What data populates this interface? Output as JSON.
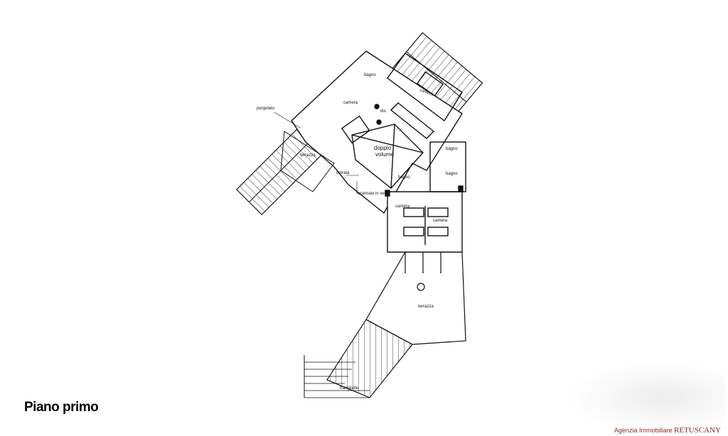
{
  "title": "Piano primo",
  "brand": {
    "prefix": "Agenzia Immobiliare",
    "name": "RETUSCANY"
  },
  "labels": {
    "bagno_1": "bagno",
    "camera_1": "camera",
    "camera_2": "camera",
    "dis": "dis.",
    "pergolato": "pergolato",
    "terrazza_1": "terrazza",
    "doppio": "doppio",
    "volume": "volume",
    "vetrata": "vetrata",
    "lucernaio": "lucernaio in vetro",
    "bagno_2": "bagno",
    "bagno_3": "bagno",
    "bagno_4": "bagno",
    "camera_3": "camera",
    "camera_4": "camera",
    "terrazza_2": "terrazza",
    "frangisole": "frangisole"
  }
}
